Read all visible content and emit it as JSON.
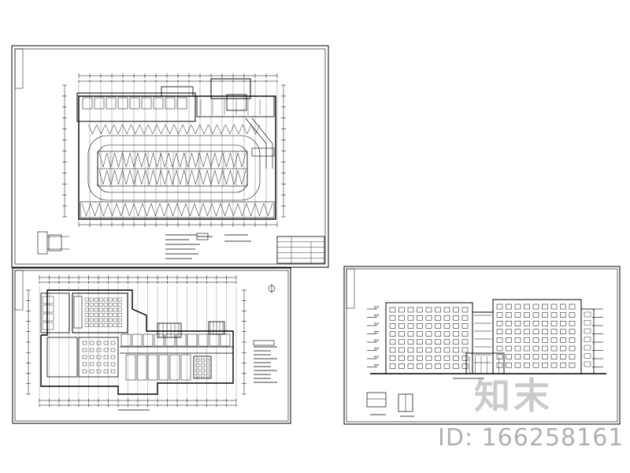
{
  "image": {
    "description_free": true,
    "background": "#ffffff",
    "line_color": "#000000"
  },
  "sheets": [
    {
      "name": "parking-floor-plan",
      "content": "floor-plan"
    },
    {
      "name": "ground-floor-plan",
      "content": "floor-plan"
    },
    {
      "name": "front-elevation",
      "content": "elevation"
    }
  ],
  "watermark": {
    "logo_text": "知末",
    "id_text": "ID: 166258161",
    "color": "#9a9a9a"
  }
}
